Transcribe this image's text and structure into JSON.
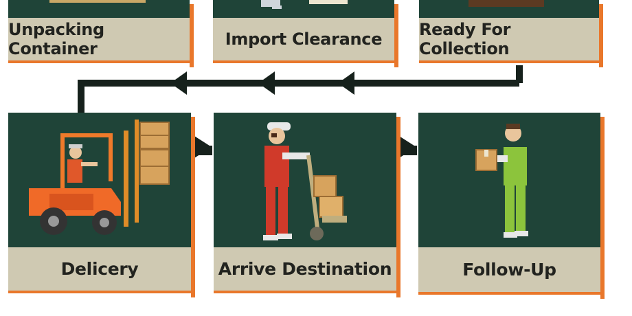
{
  "steps_top": [
    {
      "label": "Unpacking Container"
    },
    {
      "label": "Import Clearance"
    },
    {
      "label": "Ready For Collection"
    }
  ],
  "steps_bottom": [
    {
      "label": "Delicery"
    },
    {
      "label": "Arrive Destination"
    },
    {
      "label": "Follow-Up"
    }
  ],
  "colors": {
    "card_bg": "#1f4438",
    "label_bg": "#cfc9b2",
    "accent": "#e9772b",
    "arrow": "#16211c"
  }
}
